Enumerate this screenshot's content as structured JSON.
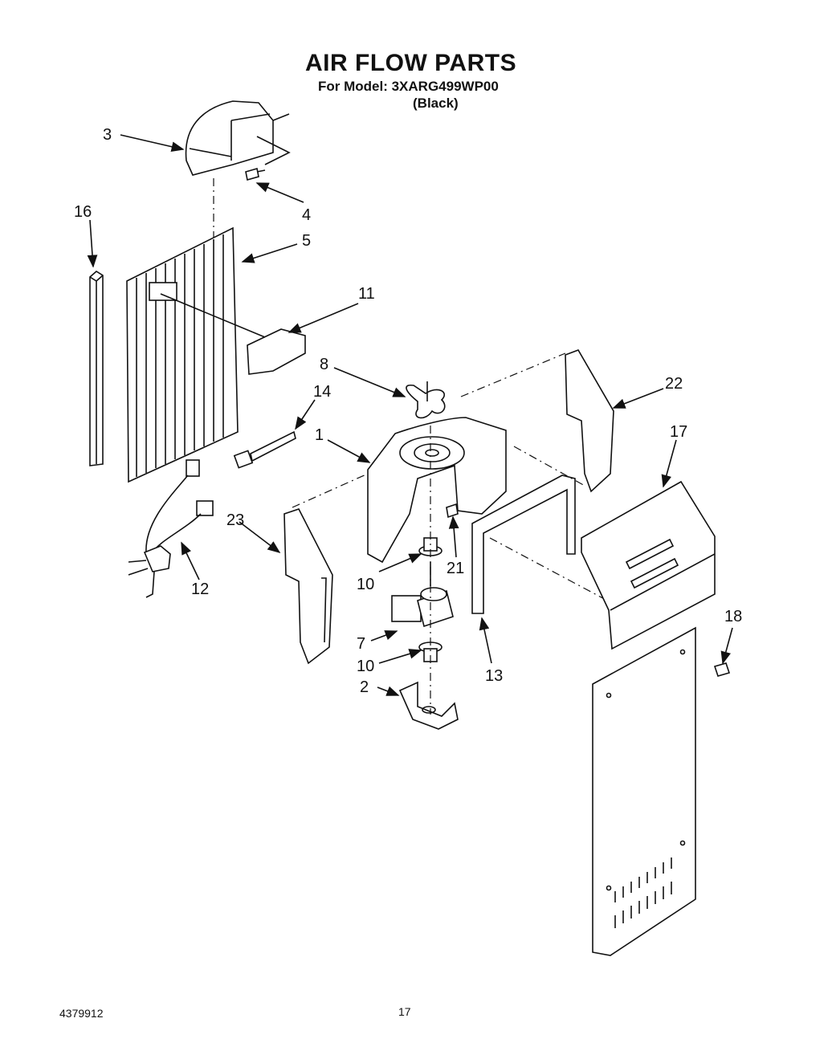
{
  "header": {
    "title": "AIR FLOW PARTS",
    "model_line": "For Model: 3XARG499WP00",
    "color_line": "(Black)"
  },
  "footer": {
    "doc_number": "4379912",
    "page_number": "17"
  },
  "callouts": [
    "3",
    "4",
    "16",
    "5",
    "11",
    "8",
    "14",
    "1",
    "22",
    "17",
    "23",
    "12",
    "10",
    "21",
    "7",
    "10",
    "2",
    "13",
    "18"
  ]
}
